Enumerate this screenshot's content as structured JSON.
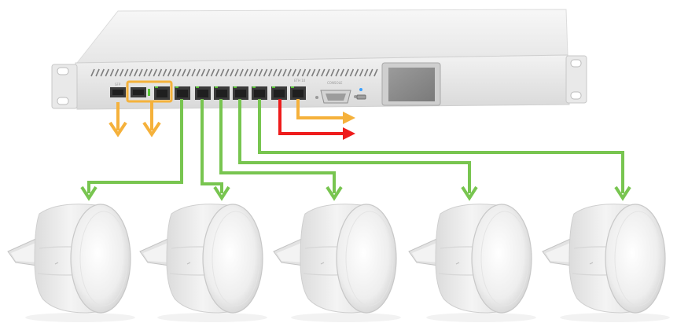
{
  "colors": {
    "background": "#ffffff",
    "chassis_light": "#f1f1f1",
    "chassis_mid": "#e2e2e2",
    "chassis_shadow": "#c9c9c9",
    "port_dark": "#3b3b3b",
    "port_inner": "#1f1f1f",
    "led_green": "#58c235",
    "screen_gray": "#8c8c8c",
    "highlight_box": "#f4b23c",
    "link_orange": "#f5b13b",
    "link_red": "#ee1c1c",
    "link_green": "#78c550",
    "antenna_body": "#ececec",
    "antenna_shadow": "#cfcfcf"
  },
  "router": {
    "ethernet_port_count": 8,
    "sfp_port_count": 2,
    "highlighted_ports": [
      "sfp-2",
      "ether-1"
    ],
    "has_lcd_screen": true,
    "has_serial_console": true,
    "has_usb": true
  },
  "connections": [
    {
      "from": "sfp-1",
      "color": "orange",
      "target": "down-arrow"
    },
    {
      "from": "sfp-2",
      "color": "orange",
      "target": "down-arrow"
    },
    {
      "from": "ether-7",
      "color": "red",
      "target": "right-arrow"
    },
    {
      "from": "ether-8",
      "color": "orange",
      "target": "right-arrow"
    },
    {
      "from": "ether-2",
      "color": "green",
      "target": "antenna-1"
    },
    {
      "from": "ether-3",
      "color": "green",
      "target": "antenna-2"
    },
    {
      "from": "ether-4",
      "color": "green",
      "target": "antenna-3"
    },
    {
      "from": "ether-5",
      "color": "green",
      "target": "antenna-4"
    },
    {
      "from": "ether-6",
      "color": "green",
      "target": "antenna-5"
    }
  ],
  "antennas": [
    {
      "id": "antenna-1"
    },
    {
      "id": "antenna-2"
    },
    {
      "id": "antenna-3"
    },
    {
      "id": "antenna-4"
    },
    {
      "id": "antenna-5"
    }
  ]
}
